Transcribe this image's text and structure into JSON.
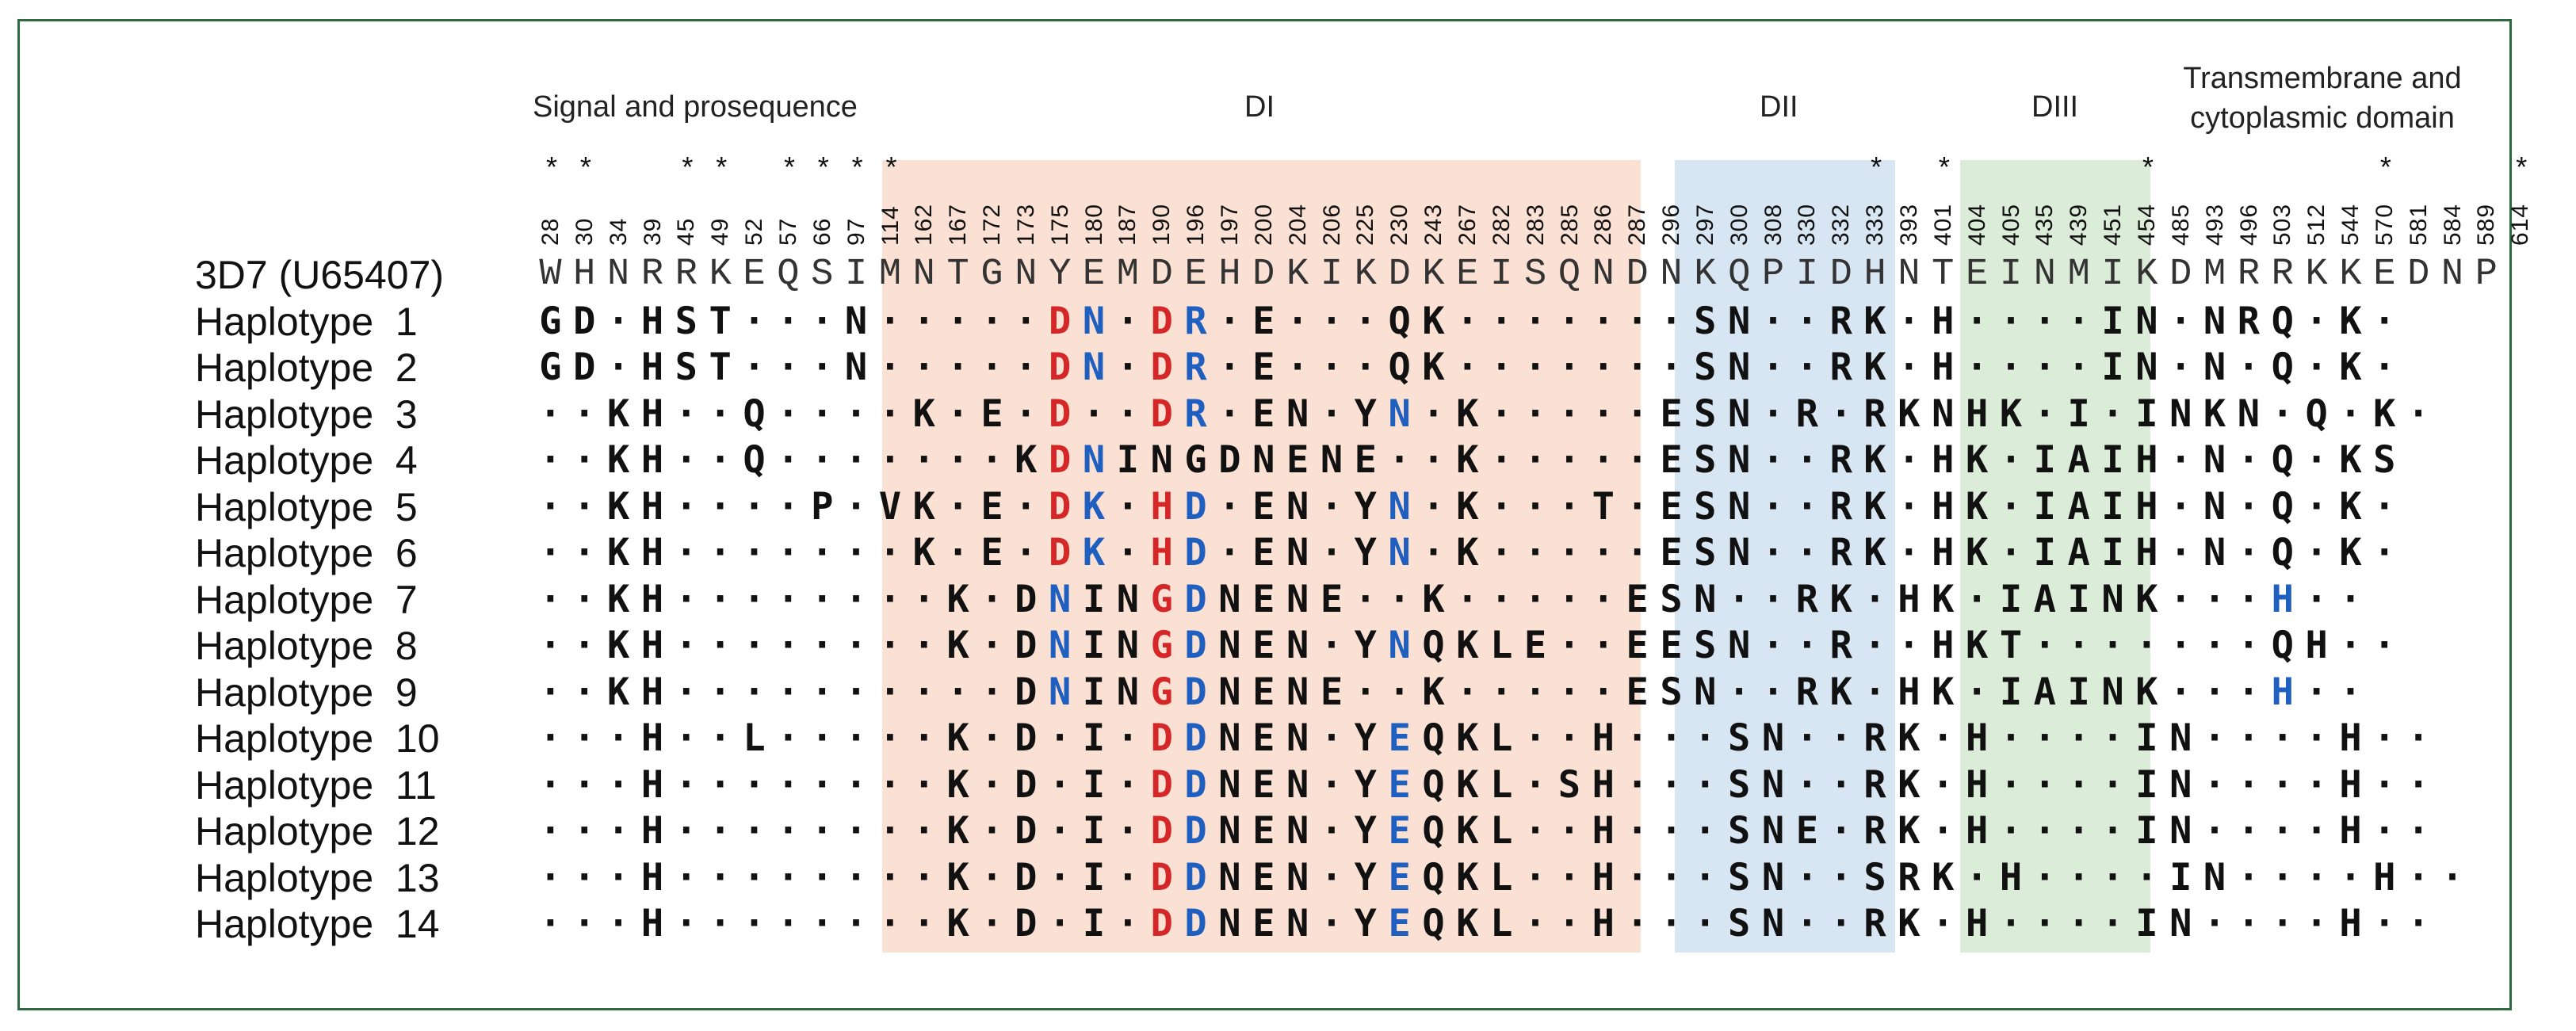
{
  "domains": [
    {
      "id": "sig",
      "label": "Signal and prosequence"
    },
    {
      "id": "DI",
      "label": "DI"
    },
    {
      "id": "DII",
      "label": "DII"
    },
    {
      "id": "DIII",
      "label": "DIII"
    },
    {
      "id": "tm",
      "label": "Transmembrane and\ncytoplasmic domain"
    }
  ],
  "positions": [
    "28",
    "30",
    "34",
    "39",
    "45",
    "49",
    "52",
    "57",
    "66",
    "97",
    "114",
    "162",
    "167",
    "172",
    "173",
    "175",
    "180",
    "187",
    "190",
    "196",
    "197",
    "200",
    "204",
    "206",
    "225",
    "230",
    "243",
    "267",
    "282",
    "283",
    "285",
    "286",
    "287",
    "296",
    "297",
    "300",
    "308",
    "330",
    "332",
    "333",
    "393",
    "401",
    "404",
    "405",
    "435",
    "439",
    "451",
    "454",
    "485",
    "493",
    "496",
    "503",
    "512",
    "544",
    "570",
    "581",
    "584",
    "589",
    "614"
  ],
  "starred": [
    "28",
    "30",
    "45",
    "49",
    "57",
    "66",
    "97",
    "114",
    "333",
    "401",
    "454",
    "570",
    "614"
  ],
  "colors": {
    "red": "#d62728",
    "blue": "#1f5fbf",
    "DI_bg": "#fbe0d4",
    "DII_bg": "#d7e6f2",
    "DIII_bg": "#dbecd8",
    "frame": "#2e6a40"
  },
  "reference": {
    "label": "3D7 (U65407)",
    "seq": "WHNRRKEQSIMNTGNYEMDEHDKIKDKEISQNDNKQPIDHNTEINMIKDMRRKKEDNP"
  },
  "haplotypes": [
    {
      "label": "Haplotype  1",
      "seq": "GD·HST···N·····DN·DR·E···QK·······SN··RK·H····IN·NRQ·K·"
    },
    {
      "label": "Haplotype  2",
      "seq": "GD·HST···N·····DN·DR·E···QK·······SN··RK·H····IN·N·Q·K·"
    },
    {
      "label": "Haplotype  3",
      "seq": "··KH··Q····K·E·D··DR·EN·YN·K·····ESN·R·RKNHK·I·INKN·Q·K·"
    },
    {
      "label": "Haplotype  4",
      "seq": "··KH··Q·······KDNINGDNENE··K·····ESN··RK·HK·IAIH·N·Q·KS"
    },
    {
      "label": "Haplotype  5",
      "seq": "··KH····P·VK·E·DK·HD·EN·YN·K···T·ESN··RK·HK·IAIH·N·Q·K·"
    },
    {
      "label": "Haplotype  6",
      "seq": "··KH·······K·E·DK·HD·EN·YN·K·····ESN··RK·HK·IAIH·N·Q·K·"
    },
    {
      "label": "Haplotype  7",
      "seq": "··KH········K·DNINGDNENE··K·····ESN··RK·HK·IAINK···H··"
    },
    {
      "label": "Haplotype  8",
      "seq": "··KH········K·DNINGDNEN·YNQKLE··EESN··R··HKT·······QH··"
    },
    {
      "label": "Haplotype  9",
      "seq": "··KH··········DNINGDNENE··K·····ESN··RK·HK·IAINK···H··"
    },
    {
      "label": "Haplotype  10",
      "seq": "···H··L·····K·D·I·DDNEN·YEQKL··H···SN··RK·H····IN····H··"
    },
    {
      "label": "Haplotype  11",
      "seq": "···H········K·D·I·DDNEN·YEQKL·SH···SN··RK·H····IN····H··"
    },
    {
      "label": "Haplotype  12",
      "seq": "···H········K·D·I·DDNEN·YEQKL··H···SNE·RK·H····IN····H··"
    },
    {
      "label": "Haplotype  13",
      "seq": "···H········K·D·I·DDNEN·YEQKL··H···SN··SRK·H····IN····H··"
    },
    {
      "label": "Haplotype  14",
      "seq": "···H········K·D·I·DDNEN·YEQKL··H···SN··RK·H····IN····H··"
    }
  ]
}
